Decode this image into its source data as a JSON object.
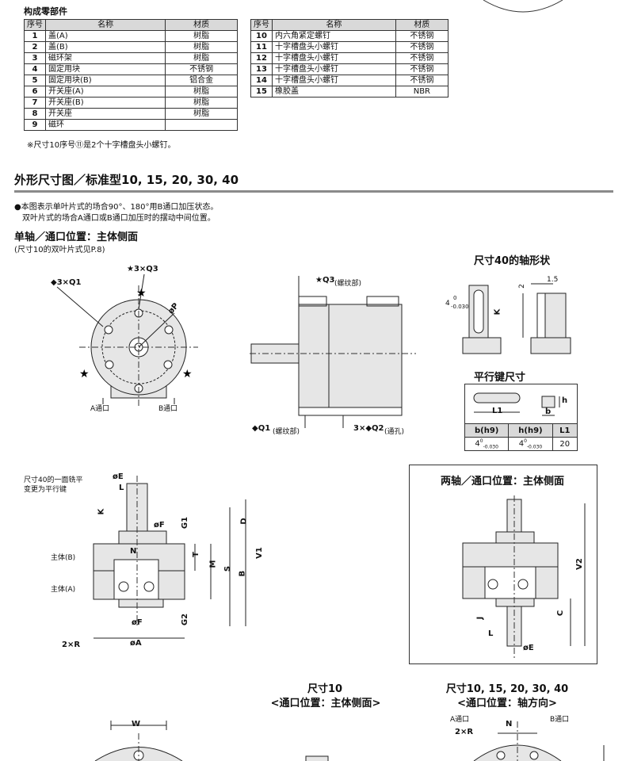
{
  "parts": {
    "caption": "构成零部件",
    "headers": [
      "序号",
      "名称",
      "材质"
    ],
    "left_rows": [
      {
        "no": "1",
        "name": "盖(A)",
        "mat": "树脂"
      },
      {
        "no": "2",
        "name": "盖(B)",
        "mat": "树脂"
      },
      {
        "no": "3",
        "name": "磁环架",
        "mat": "树脂"
      },
      {
        "no": "4",
        "name": "固定用块",
        "mat": "不锈钢"
      },
      {
        "no": "5",
        "name": "固定用块(B)",
        "mat": "铝合金"
      },
      {
        "no": "6",
        "name": "开关座(A)",
        "mat": "树脂"
      },
      {
        "no": "7",
        "name": "开关座(B)",
        "mat": "树脂"
      },
      {
        "no": "8",
        "name": "开关座",
        "mat": "树脂"
      },
      {
        "no": "9",
        "name": "磁环",
        "mat": ""
      }
    ],
    "right_rows": [
      {
        "no": "10",
        "name": "内六角紧定螺钉",
        "mat": "不锈钢"
      },
      {
        "no": "11",
        "name": "十字槽盘头小螺钉",
        "mat": "不锈钢"
      },
      {
        "no": "12",
        "name": "十字槽盘头小螺钉",
        "mat": "不锈钢"
      },
      {
        "no": "13",
        "name": "十字槽盘头小螺钉",
        "mat": "不锈钢"
      },
      {
        "no": "14",
        "name": "十字槽盘头小螺钉",
        "mat": "不锈钢"
      },
      {
        "no": "15",
        "name": "橡胶盖",
        "mat": "NBR"
      }
    ],
    "footnote": "※尺寸10序号⑪是2个十字槽盘头小螺钉。"
  },
  "section": {
    "title": "外形尺寸图／标准型10, 15, 20, 30, 40",
    "note1": "●本图表示单叶片式的场合90°、180°用B通口加压状态。",
    "note2": "双叶片式的场合A通口或B通口加压时的摆动中间位置。"
  },
  "single_axis": {
    "title": "单轴／通口位置：主体侧面",
    "subtitle": "(尺寸10的双叶片式见P.8)"
  },
  "labels": {
    "q1": "◆3×Q1",
    "q3": "★3×Q3",
    "p": "øP",
    "a_port": "A通口",
    "b_port": "B通口",
    "q3_thread": "★Q3",
    "thread_part": "(螺纹部)",
    "q1_thread": "◆Q1",
    "q2": "3×◆Q2",
    "through": "(通孔)",
    "mill_note1": "尺寸40的一面铣平",
    "mill_note2": "变更为平行键",
    "body_b": "主体(B)",
    "body_a": "主体(A)",
    "two_r": "2×R",
    "e": "øE",
    "l": "L",
    "k": "K",
    "f": "øF",
    "g1": "G1",
    "g2": "G2",
    "d": "D",
    "v1": "V1",
    "v2": "V2",
    "t": "T",
    "m": "M",
    "s": "S",
    "b": "B",
    "n": "N",
    "a": "øA",
    "j": "J",
    "c": "C",
    "w": "W",
    "dim_two": "2",
    "dim_15": "1.5",
    "tol_4": "4",
    "tol_upper": "0",
    "tol_lower": "-0.030",
    "h": "h",
    "b_small": "b",
    "l1": "L1"
  },
  "shaft40": {
    "title": "尺寸40的轴形状"
  },
  "key": {
    "title": "平行键尺寸",
    "headers": [
      "b(h9)",
      "h(h9)",
      "L1"
    ],
    "row": {
      "b": "4",
      "h": "4",
      "l1": "20",
      "upper": "0",
      "lower": "-0.030"
    }
  },
  "double_axis": {
    "title": "两轴／通口位置：主体侧面"
  },
  "size10": {
    "title1": "尺寸10",
    "title2": "<通口位置：主体侧面>"
  },
  "sizes_all": {
    "title1": "尺寸10, 15, 20, 30, 40",
    "title2": "<通口位置：轴方向>"
  },
  "colors": {
    "body_fill": "#e6e6e6",
    "line": "#222222",
    "rule": "#8a8a8a",
    "header": "#d9d9d9"
  }
}
